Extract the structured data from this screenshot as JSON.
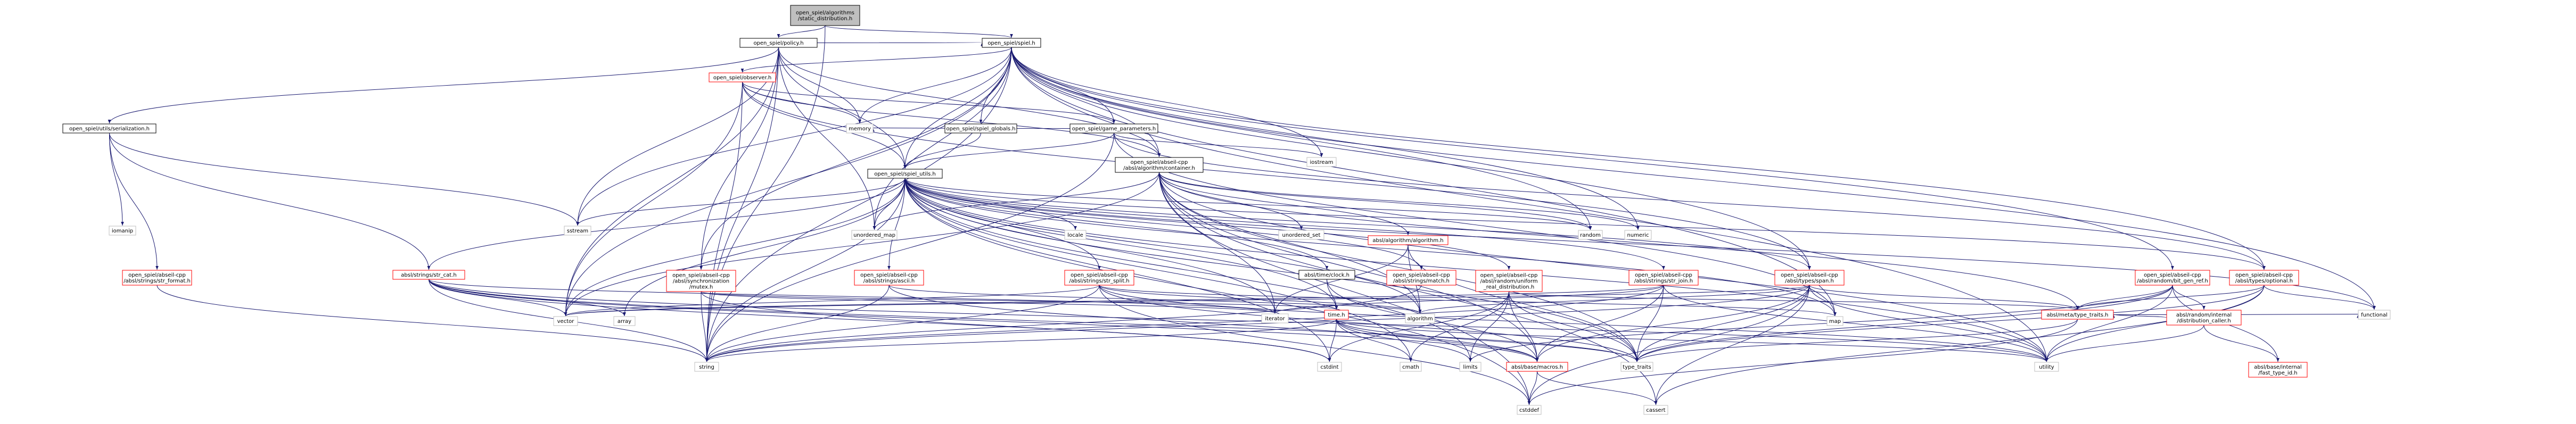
{
  "colors": {
    "edge": "#191970",
    "red": "#ff0000",
    "black": "#000000",
    "gray": "#bfbfbf",
    "lightgray": "#bfbfbf",
    "gray_fill": "#bfbfbf"
  },
  "nodes": [
    {
      "id": "root",
      "lines": [
        "open_spiel/algorithms",
        "/static_distribution.h"
      ],
      "border": "black",
      "fill": "gray"
    },
    {
      "id": "policy",
      "lines": [
        "open_spiel/policy.h"
      ],
      "border": "black"
    },
    {
      "id": "spiel",
      "lines": [
        "open_spiel/spiel.h"
      ],
      "border": "black"
    },
    {
      "id": "serialization",
      "lines": [
        "open_spiel/utils/serialization.h"
      ],
      "border": "black"
    },
    {
      "id": "observer",
      "lines": [
        "open_spiel/observer.h"
      ],
      "border": "red"
    },
    {
      "id": "spiel_globals",
      "lines": [
        "open_spiel/spiel_globals.h"
      ],
      "border": "black"
    },
    {
      "id": "game_parameters",
      "lines": [
        "open_spiel/game_parameters.h"
      ],
      "border": "black"
    },
    {
      "id": "container",
      "lines": [
        "open_spiel/abseil-cpp",
        "/absl/algorithm/container.h"
      ],
      "border": "black"
    },
    {
      "id": "spiel_utils",
      "lines": [
        "open_spiel/spiel_utils.h"
      ],
      "border": "black"
    },
    {
      "id": "str_format",
      "lines": [
        "open_spiel/abseil-cpp",
        "/absl/strings/str_format.h"
      ],
      "border": "red"
    },
    {
      "id": "str_cat",
      "lines": [
        "absl/strings/str_cat.h"
      ],
      "border": "red"
    },
    {
      "id": "mutex",
      "lines": [
        "open_spiel/abseil-cpp",
        "/absl/synchronization",
        "/mutex.h"
      ],
      "border": "red"
    },
    {
      "id": "ascii",
      "lines": [
        "open_spiel/abseil-cpp",
        "/absl/strings/ascii.h"
      ],
      "border": "red"
    },
    {
      "id": "str_split",
      "lines": [
        "open_spiel/abseil-cpp",
        "/absl/strings/str_split.h"
      ],
      "border": "red"
    },
    {
      "id": "clock",
      "lines": [
        "absl/time/clock.h"
      ],
      "border": "black"
    },
    {
      "id": "match",
      "lines": [
        "open_spiel/abseil-cpp",
        "/absl/strings/match.h"
      ],
      "border": "red"
    },
    {
      "id": "uniform",
      "lines": [
        "open_spiel/abseil-cpp",
        "/absl/random/uniform",
        "_real_distribution.h"
      ],
      "border": "red"
    },
    {
      "id": "algorithm_h",
      "lines": [
        "absl/algorithm/algorithm.h"
      ],
      "border": "red"
    },
    {
      "id": "str_join",
      "lines": [
        "open_spiel/abseil-cpp",
        "/absl/strings/str_join.h"
      ],
      "border": "red"
    },
    {
      "id": "span",
      "lines": [
        "open_spiel/abseil-cpp",
        "/absl/types/span.h"
      ],
      "border": "red"
    },
    {
      "id": "bit_gen_ref",
      "lines": [
        "open_spiel/abseil-cpp",
        "/absl/random/bit_gen_ref.h"
      ],
      "border": "red"
    },
    {
      "id": "optional",
      "lines": [
        "open_spiel/abseil-cpp",
        "/absl/types/optional.h"
      ],
      "border": "red"
    },
    {
      "id": "distribution_caller",
      "lines": [
        "absl/random/internal",
        "/distribution_caller.h"
      ],
      "border": "red"
    },
    {
      "id": "fast_type_id",
      "lines": [
        "absl/base/internal",
        "/fast_type_id.h"
      ],
      "border": "red"
    },
    {
      "id": "type_traits_absl",
      "lines": [
        "absl/meta/type_traits.h"
      ],
      "border": "red"
    },
    {
      "id": "time",
      "lines": [
        "time.h"
      ],
      "border": "red"
    },
    {
      "id": "macros",
      "lines": [
        "absl/base/macros.h"
      ],
      "border": "red"
    },
    {
      "id": "iomanip",
      "lines": [
        "iomanip"
      ],
      "border": "gray"
    },
    {
      "id": "sstream",
      "lines": [
        "sstream"
      ],
      "border": "gray"
    },
    {
      "id": "memory",
      "lines": [
        "memory"
      ],
      "border": "gray"
    },
    {
      "id": "string",
      "lines": [
        "string"
      ],
      "border": "gray"
    },
    {
      "id": "vector",
      "lines": [
        "vector"
      ],
      "border": "gray"
    },
    {
      "id": "array",
      "lines": [
        "array"
      ],
      "border": "gray"
    },
    {
      "id": "unordered_map",
      "lines": [
        "unordered_map"
      ],
      "border": "gray"
    },
    {
      "id": "unordered_set",
      "lines": [
        "unordered_set"
      ],
      "border": "gray"
    },
    {
      "id": "locale",
      "lines": [
        "locale"
      ],
      "border": "gray"
    },
    {
      "id": "iostream",
      "lines": [
        "iostream"
      ],
      "border": "gray"
    },
    {
      "id": "random",
      "lines": [
        "random"
      ],
      "border": "gray"
    },
    {
      "id": "numeric",
      "lines": [
        "numeric"
      ],
      "border": "gray"
    },
    {
      "id": "map",
      "lines": [
        "map"
      ],
      "border": "gray"
    },
    {
      "id": "iterator",
      "lines": [
        "iterator"
      ],
      "border": "gray"
    },
    {
      "id": "algorithm",
      "lines": [
        "algorithm"
      ],
      "border": "gray"
    },
    {
      "id": "cstdint",
      "lines": [
        "cstdint"
      ],
      "border": "gray"
    },
    {
      "id": "cmath",
      "lines": [
        "cmath"
      ],
      "border": "gray"
    },
    {
      "id": "limits",
      "lines": [
        "limits"
      ],
      "border": "gray"
    },
    {
      "id": "type_traits",
      "lines": [
        "type_traits"
      ],
      "border": "gray"
    },
    {
      "id": "utility",
      "lines": [
        "utility"
      ],
      "border": "gray"
    },
    {
      "id": "functional",
      "lines": [
        "functional"
      ],
      "border": "gray"
    },
    {
      "id": "cassert",
      "lines": [
        "cassert"
      ],
      "border": "gray"
    },
    {
      "id": "cstddef",
      "lines": [
        "cstddef"
      ],
      "border": "gray"
    }
  ],
  "edges": [
    [
      "root",
      "policy"
    ],
    [
      "root",
      "spiel"
    ],
    [
      "root",
      "string"
    ],
    [
      "policy",
      "spiel"
    ],
    [
      "policy",
      "serialization"
    ],
    [
      "policy",
      "spiel_utils"
    ],
    [
      "policy",
      "memory"
    ],
    [
      "policy",
      "string"
    ],
    [
      "policy",
      "vector"
    ],
    [
      "policy",
      "unordered_map"
    ],
    [
      "policy",
      "sstream"
    ],
    [
      "policy",
      "mutex"
    ],
    [
      "policy",
      "container"
    ],
    [
      "serialization",
      "iomanip"
    ],
    [
      "serialization",
      "sstream"
    ],
    [
      "serialization",
      "str_format"
    ],
    [
      "serialization",
      "str_cat"
    ],
    [
      "str_format",
      "string"
    ],
    [
      "spiel",
      "observer"
    ],
    [
      "spiel",
      "spiel_globals"
    ],
    [
      "spiel",
      "game_parameters"
    ],
    [
      "spiel",
      "spiel_utils"
    ],
    [
      "spiel",
      "container"
    ],
    [
      "spiel",
      "bit_gen_ref"
    ],
    [
      "spiel",
      "optional"
    ],
    [
      "spiel",
      "span"
    ],
    [
      "spiel",
      "mutex"
    ],
    [
      "spiel",
      "memory"
    ],
    [
      "spiel",
      "string"
    ],
    [
      "spiel",
      "vector"
    ],
    [
      "spiel",
      "iostream"
    ],
    [
      "spiel",
      "random"
    ],
    [
      "spiel",
      "numeric"
    ],
    [
      "spiel",
      "map"
    ],
    [
      "spiel",
      "sstream"
    ],
    [
      "spiel",
      "unordered_map"
    ],
    [
      "spiel",
      "utility"
    ],
    [
      "spiel",
      "functional"
    ],
    [
      "observer",
      "spiel_utils"
    ],
    [
      "observer",
      "game_parameters"
    ],
    [
      "observer",
      "container"
    ],
    [
      "observer",
      "memory"
    ],
    [
      "observer",
      "string"
    ],
    [
      "observer",
      "vector"
    ],
    [
      "observer",
      "span"
    ],
    [
      "spiel_globals",
      "spiel_utils"
    ],
    [
      "game_parameters",
      "spiel_utils"
    ],
    [
      "game_parameters",
      "memory"
    ],
    [
      "game_parameters",
      "iostream"
    ],
    [
      "game_parameters",
      "string"
    ],
    [
      "game_parameters",
      "map"
    ],
    [
      "game_parameters",
      "optional"
    ],
    [
      "container",
      "algorithm_h"
    ],
    [
      "container",
      "iterator"
    ],
    [
      "container",
      "unordered_set"
    ],
    [
      "container",
      "unordered_map"
    ],
    [
      "container",
      "cassert"
    ],
    [
      "container",
      "random"
    ],
    [
      "container",
      "numeric"
    ],
    [
      "container",
      "type_traits"
    ],
    [
      "container",
      "utility"
    ],
    [
      "container",
      "vector"
    ],
    [
      "container",
      "macros"
    ],
    [
      "container",
      "type_traits_absl"
    ],
    [
      "container",
      "cstddef"
    ],
    [
      "container",
      "algorithm"
    ],
    [
      "spiel_utils",
      "str_cat"
    ],
    [
      "spiel_utils",
      "ascii"
    ],
    [
      "spiel_utils",
      "str_split"
    ],
    [
      "spiel_utils",
      "clock"
    ],
    [
      "spiel_utils",
      "match"
    ],
    [
      "spiel_utils",
      "uniform"
    ],
    [
      "spiel_utils",
      "str_join"
    ],
    [
      "spiel_utils",
      "span"
    ],
    [
      "spiel_utils",
      "optional"
    ],
    [
      "spiel_utils",
      "time"
    ],
    [
      "spiel_utils",
      "array"
    ],
    [
      "spiel_utils",
      "vector"
    ],
    [
      "spiel_utils",
      "string"
    ],
    [
      "spiel_utils",
      "sstream"
    ],
    [
      "spiel_utils",
      "locale"
    ],
    [
      "spiel_utils",
      "cstdint"
    ],
    [
      "spiel_utils",
      "cmath"
    ],
    [
      "spiel_utils",
      "limits"
    ],
    [
      "spiel_utils",
      "random"
    ],
    [
      "spiel_utils",
      "algorithm"
    ],
    [
      "spiel_utils",
      "iterator"
    ],
    [
      "spiel_utils",
      "type_traits"
    ],
    [
      "spiel_utils",
      "utility"
    ],
    [
      "spiel_utils",
      "cstddef"
    ],
    [
      "spiel_utils",
      "unordered_map"
    ],
    [
      "spiel_utils",
      "functional"
    ],
    [
      "spiel_utils",
      "map"
    ],
    [
      "str_cat",
      "array"
    ],
    [
      "str_cat",
      "vector"
    ],
    [
      "str_cat",
      "string"
    ],
    [
      "str_cat",
      "cstdint"
    ],
    [
      "str_cat",
      "type_traits"
    ],
    [
      "str_cat",
      "utility"
    ],
    [
      "str_cat",
      "macros"
    ],
    [
      "str_cat",
      "iterator"
    ],
    [
      "mutex",
      "string"
    ],
    [
      "mutex",
      "time"
    ],
    [
      "mutex",
      "cstdint"
    ],
    [
      "mutex",
      "iterator"
    ],
    [
      "ascii",
      "string"
    ],
    [
      "ascii",
      "algorithm"
    ],
    [
      "ascii",
      "macros"
    ],
    [
      "str_split",
      "string"
    ],
    [
      "str_split",
      "vector"
    ],
    [
      "str_split",
      "map"
    ],
    [
      "str_split",
      "type_traits"
    ],
    [
      "str_split",
      "utility"
    ],
    [
      "str_split",
      "cstddef"
    ],
    [
      "str_split",
      "algorithm"
    ],
    [
      "clock",
      "time"
    ],
    [
      "clock",
      "macros"
    ],
    [
      "match",
      "string"
    ],
    [
      "uniform",
      "type_traits"
    ],
    [
      "uniform",
      "limits"
    ],
    [
      "uniform",
      "cmath"
    ],
    [
      "uniform",
      "cstdint"
    ],
    [
      "uniform",
      "type_traits_absl"
    ],
    [
      "uniform",
      "macros"
    ],
    [
      "algorithm_h",
      "algorithm"
    ],
    [
      "algorithm_h",
      "iterator"
    ],
    [
      "algorithm_h",
      "type_traits"
    ],
    [
      "str_join",
      "string"
    ],
    [
      "str_join",
      "vector"
    ],
    [
      "str_join",
      "iterator"
    ],
    [
      "str_join",
      "type_traits"
    ],
    [
      "str_join",
      "utility"
    ],
    [
      "str_join",
      "macros"
    ],
    [
      "span",
      "cassert"
    ],
    [
      "span",
      "cstddef"
    ],
    [
      "span",
      "algorithm"
    ],
    [
      "span",
      "string"
    ],
    [
      "span",
      "vector"
    ],
    [
      "span",
      "type_traits"
    ],
    [
      "span",
      "utility"
    ],
    [
      "span",
      "macros"
    ],
    [
      "span",
      "type_traits_absl"
    ],
    [
      "bit_gen_ref",
      "type_traits_absl"
    ],
    [
      "bit_gen_ref",
      "distribution_caller"
    ],
    [
      "bit_gen_ref",
      "fast_type_id"
    ],
    [
      "bit_gen_ref",
      "limits"
    ],
    [
      "bit_gen_ref",
      "type_traits"
    ],
    [
      "bit_gen_ref",
      "utility"
    ],
    [
      "optional",
      "type_traits_absl"
    ],
    [
      "optional",
      "functional"
    ],
    [
      "optional",
      "utility"
    ],
    [
      "optional",
      "cassert"
    ],
    [
      "optional",
      "type_traits"
    ],
    [
      "distribution_caller",
      "utility"
    ],
    [
      "distribution_caller",
      "fast_type_id"
    ],
    [
      "distribution_caller",
      "type_traits_absl"
    ],
    [
      "type_traits_absl",
      "cstddef"
    ],
    [
      "type_traits_absl",
      "functional"
    ],
    [
      "type_traits_absl",
      "type_traits"
    ],
    [
      "time",
      "cmath"
    ],
    [
      "time",
      "cstdint"
    ],
    [
      "time",
      "limits"
    ],
    [
      "time",
      "string"
    ],
    [
      "time",
      "type_traits"
    ],
    [
      "time",
      "utility"
    ],
    [
      "time",
      "macros"
    ],
    [
      "macros",
      "cassert"
    ],
    [
      "macros",
      "cstddef"
    ]
  ]
}
